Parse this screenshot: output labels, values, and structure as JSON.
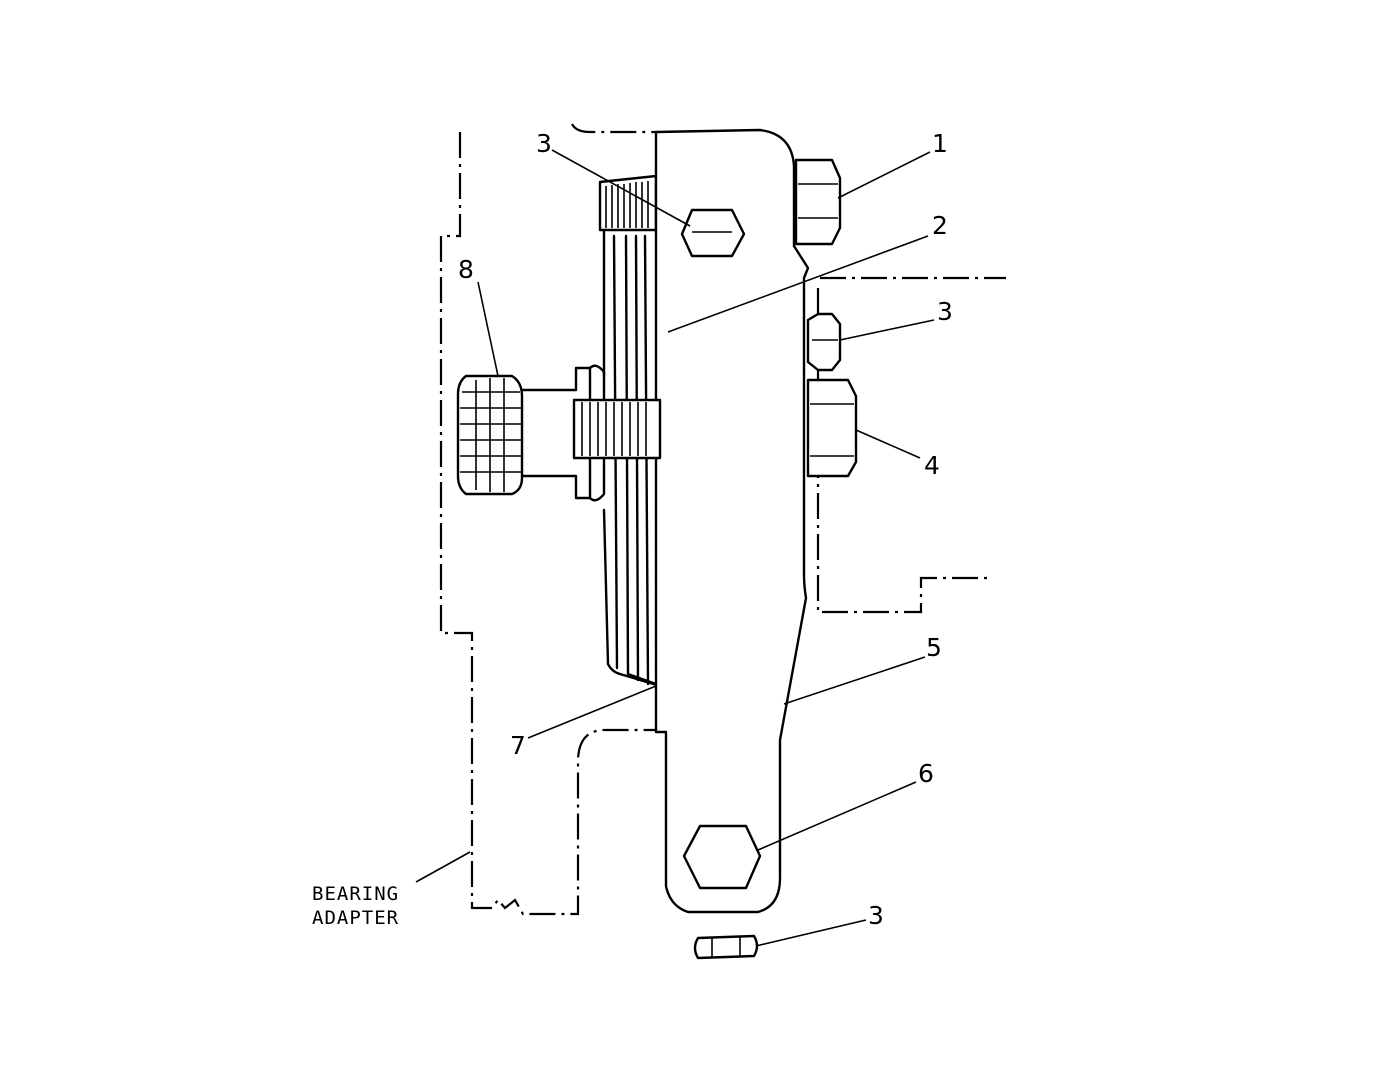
{
  "callouts": {
    "c1": "1",
    "c2": "2",
    "c3_top": "3",
    "c3_right": "3",
    "c3_bottom": "3",
    "c4": "4",
    "c5": "5",
    "c6": "6",
    "c7": "7",
    "c8": "8"
  },
  "labels": {
    "bearing_adapter_line1": "BEARING",
    "bearing_adapter_line2": "ADAPTER"
  }
}
